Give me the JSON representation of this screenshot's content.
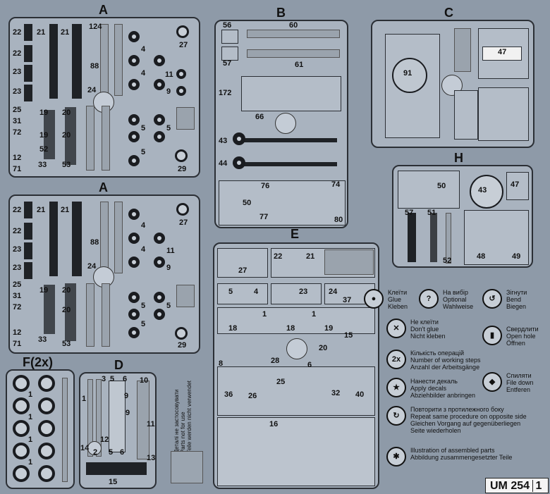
{
  "sprues": {
    "A1": {
      "letter": "A",
      "parts": [
        "22",
        "21",
        "21",
        "124",
        "27",
        "22",
        "23",
        "88",
        "4",
        "4",
        "23",
        "24",
        "11",
        "9",
        "25",
        "31",
        "72",
        "19",
        "19",
        "20",
        "20",
        "52",
        "5",
        "5",
        "12",
        "71",
        "33",
        "53",
        "5",
        "29"
      ]
    },
    "A2": {
      "letter": "A",
      "parts": [
        "27",
        "22",
        "21",
        "21",
        "4",
        "22",
        "88",
        "4",
        "11",
        "23",
        "24",
        "9",
        "23",
        "25",
        "31",
        "72",
        "19",
        "20",
        "20",
        "12",
        "71",
        "33",
        "53",
        "5",
        "5",
        "5",
        "29"
      ]
    },
    "B": {
      "letter": "B",
      "parts": [
        "56",
        "60",
        "57",
        "61",
        "172",
        "66",
        "43",
        "44",
        "76",
        "50",
        "77",
        "74",
        "80"
      ]
    },
    "C": {
      "letter": "C",
      "parts": [
        "47",
        "91"
      ]
    },
    "H": {
      "letter": "H",
      "parts": [
        "50",
        "43",
        "47",
        "57",
        "51",
        "52",
        "48",
        "49"
      ]
    },
    "E": {
      "letter": "E",
      "parts": [
        "27",
        "22",
        "21",
        "5",
        "4",
        "23",
        "24",
        "37",
        "1",
        "1",
        "18",
        "18",
        "19",
        "15",
        "20",
        "8",
        "28",
        "6",
        "36",
        "26",
        "25",
        "32",
        "40",
        "16"
      ]
    },
    "F": {
      "letter": "F(2x)",
      "parts": [
        "1",
        "1",
        "1",
        "1"
      ]
    },
    "D": {
      "letter": "D",
      "parts": [
        "3",
        "5",
        "6",
        "10",
        "9",
        "1",
        "9",
        "12",
        "11",
        "14",
        "2",
        "5",
        "6",
        "13",
        "15"
      ]
    }
  },
  "not_for_use": [
    "Деталі не застосовувати",
    "Parts not for use",
    "Teile werden nicht verwendet"
  ],
  "legend": [
    {
      "icon": "glue-drop-icon",
      "glyph": "●",
      "lines": [
        "Клеїти",
        "Glue",
        "Kleben"
      ]
    },
    {
      "icon": "question-icon",
      "glyph": "?",
      "lines": [
        "На вибір",
        "Optional",
        "Wahlweise"
      ]
    },
    {
      "icon": "bend-icon",
      "glyph": "↺",
      "lines": [
        "Зігнути",
        "Bend",
        "Biegen"
      ]
    },
    {
      "icon": "no-glue-icon",
      "glyph": "✕",
      "lines": [
        "Не клеїти",
        "Don't glue",
        "Nicht kleben"
      ]
    },
    {
      "icon": "drill-icon",
      "glyph": "▮",
      "lines": [
        "Свердлити",
        "Open hole",
        "Öffnen"
      ]
    },
    {
      "icon": "repeat-count-icon",
      "glyph": "2x",
      "lines": [
        "Кількість операцій",
        "Number of working steps",
        "Anzahl der Arbeitsgänge"
      ]
    },
    {
      "icon": "decal-icon",
      "glyph": "★",
      "lines": [
        "Нанести декаль",
        "Apply decals",
        "Abziehbilder anbringen"
      ]
    },
    {
      "icon": "file-icon",
      "glyph": "◆",
      "lines": [
        "Спиляти",
        "File down",
        "Entferen"
      ]
    },
    {
      "icon": "opposite-side-icon",
      "glyph": "↻",
      "lines": [
        "Повторити з протилежного боку",
        "Repeat same procedure on opposite side",
        "Gleichen Vorgang auf gegenüberliegen",
        "Seite wiederholen"
      ]
    },
    {
      "icon": "asterisk-icon",
      "glyph": "✱",
      "lines": [
        "Illustration of assembled parts",
        "Abbildung zusammengesetzter Teile"
      ]
    }
  ],
  "footer": {
    "code": "UM 254",
    "page": "1"
  }
}
